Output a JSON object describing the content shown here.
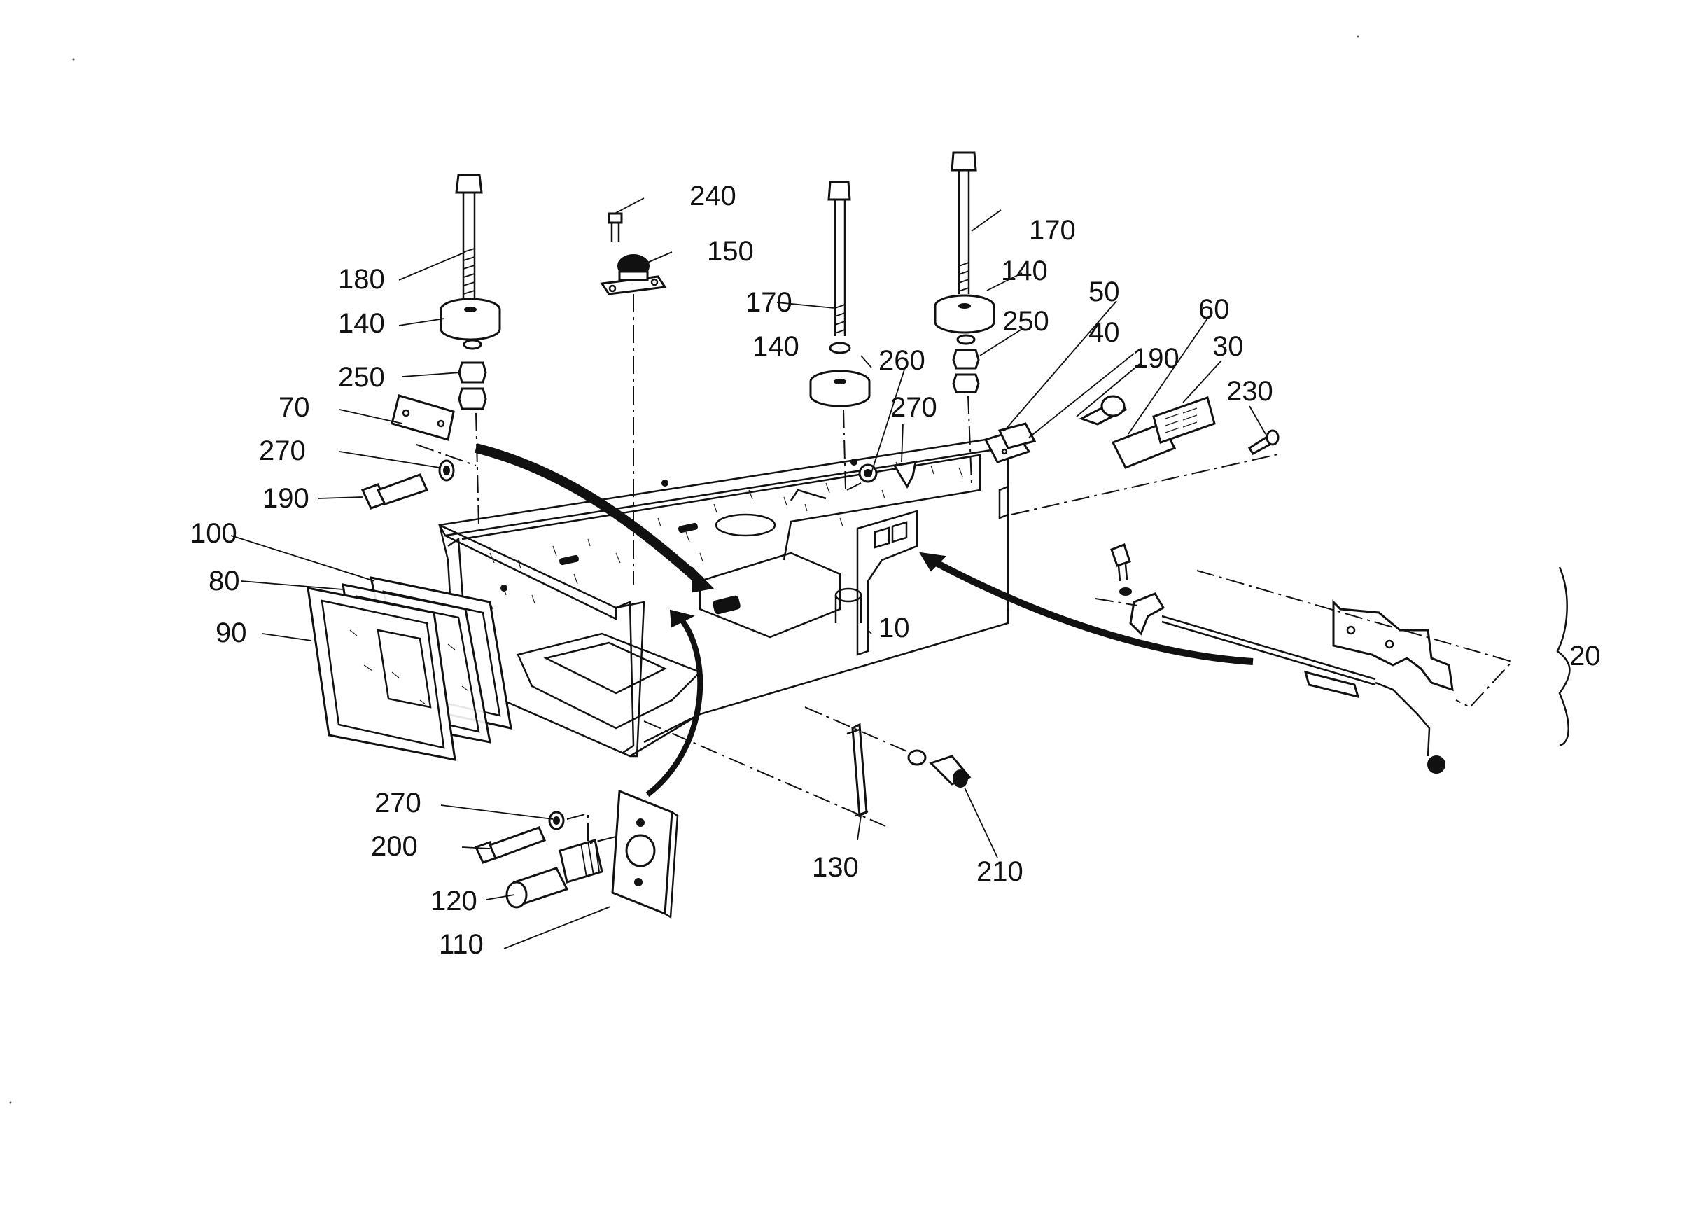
{
  "callouts": {
    "c10": "10",
    "c20": "20",
    "c30": "30",
    "c40": "40",
    "c50": "50",
    "c60": "60",
    "c70": "70",
    "c80": "80",
    "c90": "90",
    "c100": "100",
    "c110": "110",
    "c120": "120",
    "c130": "130",
    "c140_left": "140",
    "c140_mid": "140",
    "c140_right": "140",
    "c150": "150",
    "c170_mid": "170",
    "c170_right": "170",
    "c180": "180",
    "c190_left": "190",
    "c190_right": "190",
    "c200": "200",
    "c210": "210",
    "c230": "230",
    "c240": "240",
    "c250_left": "250",
    "c250_right": "250",
    "c260": "260",
    "c270_upper_left": "270",
    "c270_mid": "270",
    "c270_lower": "270"
  }
}
